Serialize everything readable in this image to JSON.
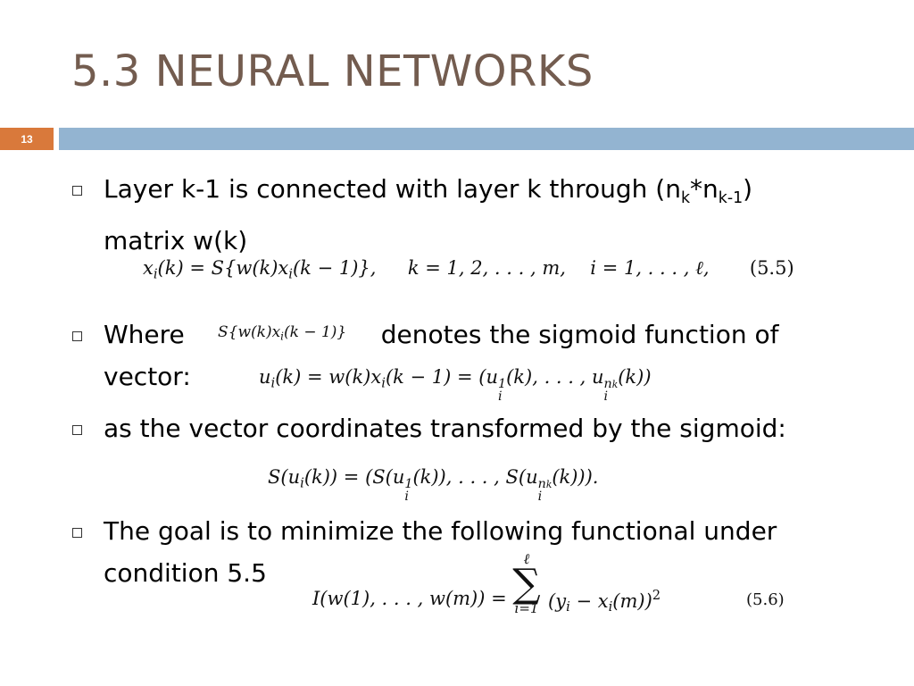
{
  "slide": {
    "title": "5.3 NEURAL NETWORKS",
    "page_number": "13",
    "colors": {
      "title": "#735c4f",
      "page_badge": "#d9793b",
      "header_bar": "#93b4d1"
    }
  },
  "bullets": [
    {
      "marker_icon": "hollow-square-bullet-icon",
      "part1": "Layer k-1 is connected with layer k through (n",
      "sub1": "k",
      "part2": "*n",
      "sub2": "k-1",
      "part3": ")",
      "line2": "matrix w(k)"
    },
    {
      "marker_icon": "hollow-square-bullet-icon",
      "lead": "Where",
      "tail": "denotes the sigmoid function of",
      "line2": "vector:"
    },
    {
      "marker_icon": "hollow-square-bullet-icon",
      "text": "as the vector coordinates transformed by the sigmoid:"
    },
    {
      "marker_icon": "hollow-square-bullet-icon",
      "line1": "The goal is to minimize the following functional under",
      "line2": "condition 5.5"
    }
  ],
  "equations": {
    "eq_5_5": {
      "lhs": "x",
      "lhs_sub": "i",
      "lhs_arg": "(k) = S{w(k)x",
      "mid_sub": "i",
      "mid_arg": "(k − 1)},",
      "k_range": "k = 1, 2, . . . , m,",
      "i_range": "i = 1, . . . , ℓ,",
      "number": "(5.5)"
    },
    "inline_sigmoid": {
      "prefix": "S{w(k)x",
      "sub": "i",
      "suffix": "(k − 1)}"
    },
    "vector_u": {
      "part1": "u",
      "sub1": "i",
      "part2": "(k) = w(k)x",
      "sub2": "i",
      "part3": "(k − 1) = (u",
      "sup3": "1",
      "sub3": "i",
      "part4": "(k), . . . , u",
      "sup4": "n",
      "sup4_sub": "k",
      "sub4": "i",
      "part5": "(k))"
    },
    "sigmoid_vector": {
      "part1": "S(u",
      "sub1": "i",
      "part2": "(k)) = (S(u",
      "sup2": "1",
      "sub2": "i",
      "part3": "(k)), . . . , S(u",
      "sup3": "n",
      "sup3_sub": "k",
      "sub3": "i",
      "part4": "(k))).",
      "number": ""
    },
    "eq_5_6": {
      "lhs": "I(w(1), . . . , w(m)) =",
      "sum_upper": "ℓ",
      "sum_symbol": "∑",
      "sum_lower": "i=1",
      "body1": "(y",
      "body_sub1": "i",
      "body2": "− x",
      "body_sub2": "i",
      "body3": "(m))",
      "power": "2",
      "number": "(5.6)"
    }
  }
}
